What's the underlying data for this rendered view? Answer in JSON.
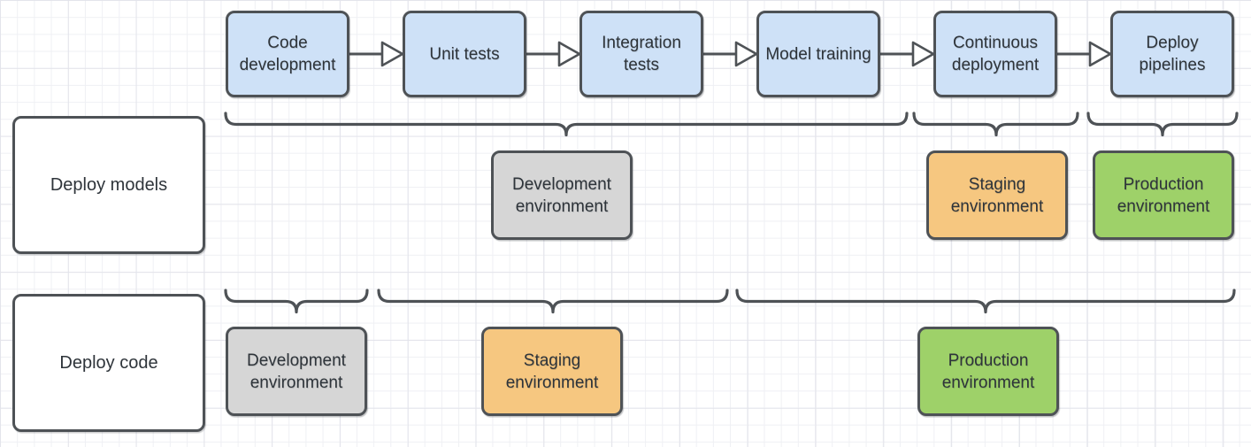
{
  "diagram": {
    "stages": [
      {
        "label": "Code development"
      },
      {
        "label": "Unit tests"
      },
      {
        "label": "Integration tests"
      },
      {
        "label": "Model training"
      },
      {
        "label": "Continuous deployment"
      },
      {
        "label": "Deploy pipelines"
      }
    ],
    "rows": [
      {
        "label": "Deploy models",
        "environments": [
          {
            "label": "Development environment",
            "type": "development"
          },
          {
            "label": "Staging environment",
            "type": "staging"
          },
          {
            "label": "Production environment",
            "type": "production"
          }
        ]
      },
      {
        "label": "Deploy code",
        "environments": [
          {
            "label": "Development environment",
            "type": "development"
          },
          {
            "label": "Staging environment",
            "type": "staging"
          },
          {
            "label": "Production environment",
            "type": "production"
          }
        ]
      }
    ],
    "colors": {
      "stage_fill": "#cee1f7",
      "development_fill": "#d6d6d6",
      "staging_fill": "#f6c780",
      "production_fill": "#9ed169",
      "shape_border": "#4e5256",
      "connector": "#4e5256",
      "text": "#2e343a"
    }
  }
}
